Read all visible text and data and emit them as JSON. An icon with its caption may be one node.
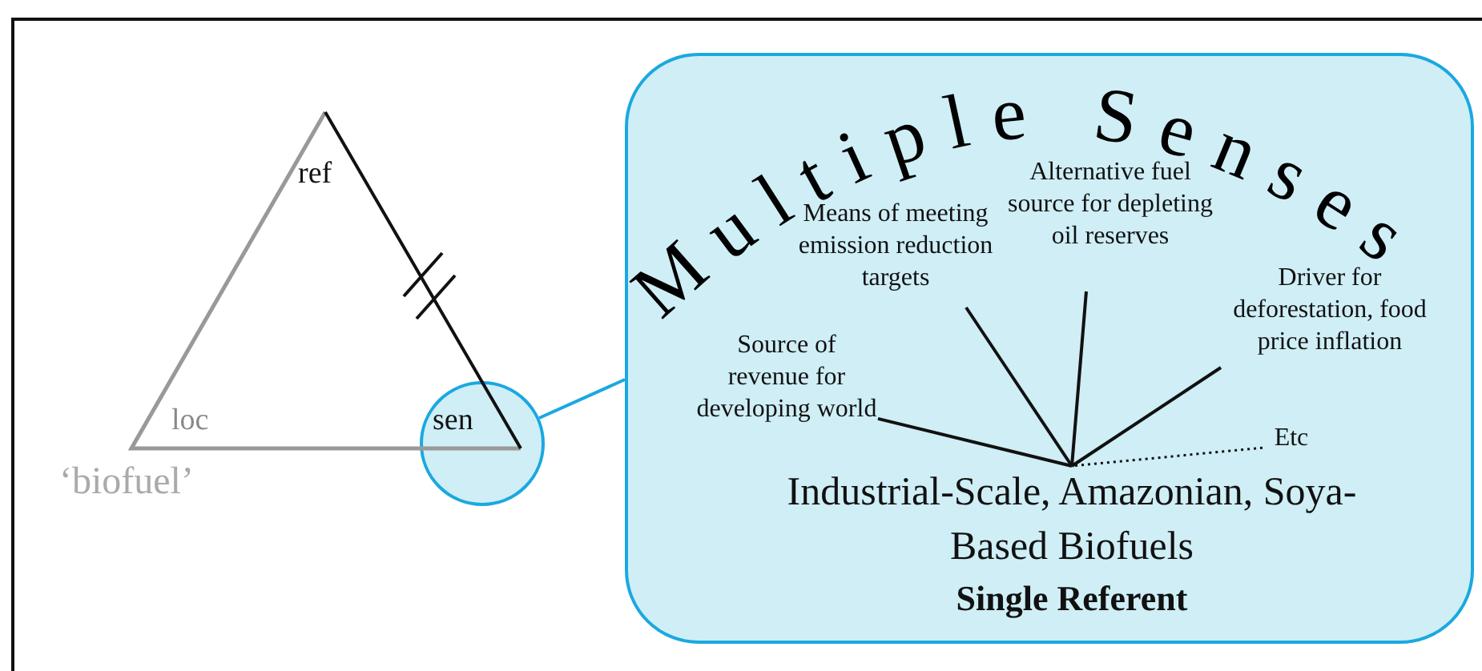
{
  "diagram": {
    "nodes": [
      {
        "text": [
          "sen"
        ]
      },
      {
        "text": [
          "Multiple Senses"
        ]
      },
      {
        "text": [
          "Means of meeting emission reduction targets"
        ],
        "in": 1
      },
      {
        "text": [
          "Alternative fuel source for depleting oil reserves"
        ],
        "in": 1
      },
      {
        "text": [
          "Driver for deforestation, food price inflation"
        ],
        "in": 1
      },
      {
        "text": [
          "Source of revenue for developing world"
        ],
        "in": 1
      },
      {
        "text": [
          "Etc"
        ],
        "in": 1
      },
      {
        "text": [
          "Industrial-Scale, Amazonian, Soya-Based Biofuels",
          "Single Referent"
        ],
        "in": 1
      }
    ],
    "edges": [
      {
        "from": 0,
        "to": 1,
        "arrow": "none",
        "color": "#1ba8e0"
      },
      {
        "from": 2,
        "to": 7,
        "arrow": "none"
      },
      {
        "from": 3,
        "to": 7,
        "arrow": "none"
      },
      {
        "from": 4,
        "to": 7,
        "arrow": "none"
      },
      {
        "from": 5,
        "to": 7,
        "arrow": "none"
      },
      {
        "from": 6,
        "to": 7,
        "arrow": "none",
        "style": "dashed"
      }
    ],
    "labels": [
      "ref",
      "loc",
      "‘biofuel’"
    ]
  }
}
